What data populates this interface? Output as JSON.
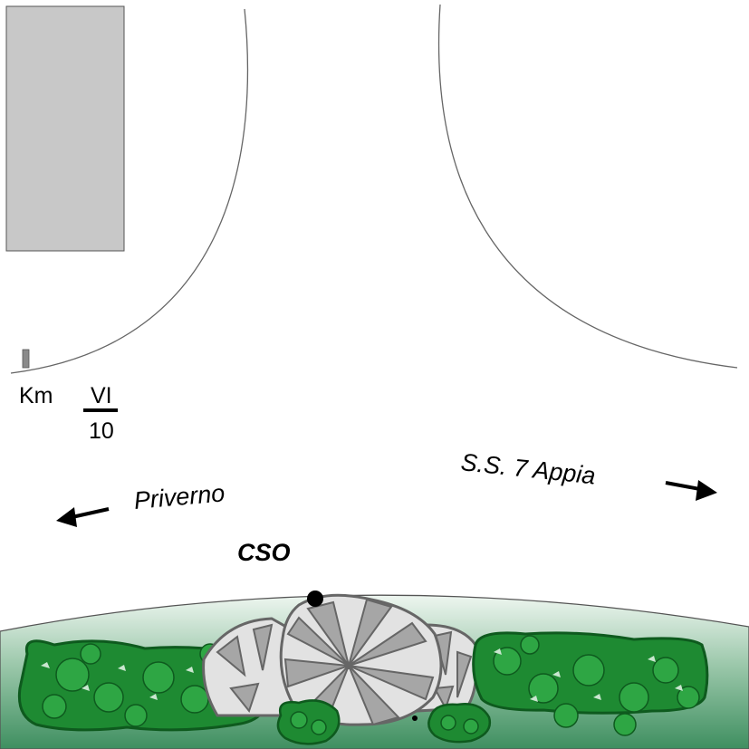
{
  "marker": {
    "km_label": "Km",
    "km_roman": "VI",
    "km_number": "10"
  },
  "directions": {
    "left": {
      "label": "Priverno",
      "arrow_icon": "arrow-left-icon"
    },
    "right": {
      "label": "S.S. 7 Appia",
      "arrow_icon": "arrow-right-icon"
    }
  },
  "site": {
    "code": "CSO"
  },
  "colors": {
    "building": "#c8c8c8",
    "bush": "#1e8a32",
    "bush_outline": "#0e5a1e",
    "rock_light": "#e2e2e2",
    "rock_dark": "#a6a6a6",
    "ground_top": "#e6f2ea",
    "ground_bottom": "#3f8f60"
  }
}
